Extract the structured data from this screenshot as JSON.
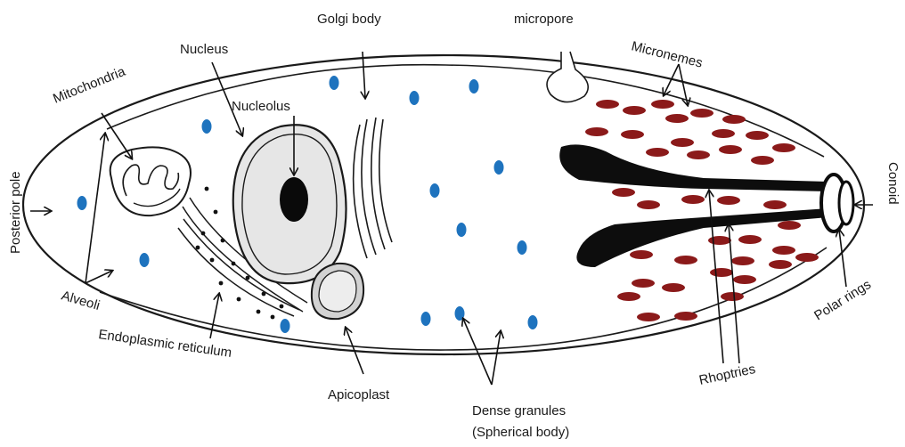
{
  "labels": {
    "golgi_body": "Golgi body",
    "micropore": "micropore",
    "nucleus": "Nucleus",
    "micronemes": "Micronemes",
    "mitochondria": "Mitochondria",
    "nucleolus": "Nucleolus",
    "posterior_pole": "Posterior pole",
    "conoid": "Conoid",
    "alveoli": "Alveoli",
    "polar_rings": "Polar rings",
    "endoplasmic_reticulum": "Endoplasmic reticulum",
    "rhoptries": "Rhoptries",
    "apicoplast": "Apicoplast",
    "dense_granules": "Dense granules",
    "spherical_body": "(Spherical body)"
  },
  "colors": {
    "outline": "#1a1a1a",
    "dense_granule": "#1e73be",
    "microneme": "#8b1a1a",
    "rhoptry": "#0d0d0d",
    "nucleus_fill": "#e6e6e6",
    "apicoplast_fill": "#d2d2d2"
  }
}
